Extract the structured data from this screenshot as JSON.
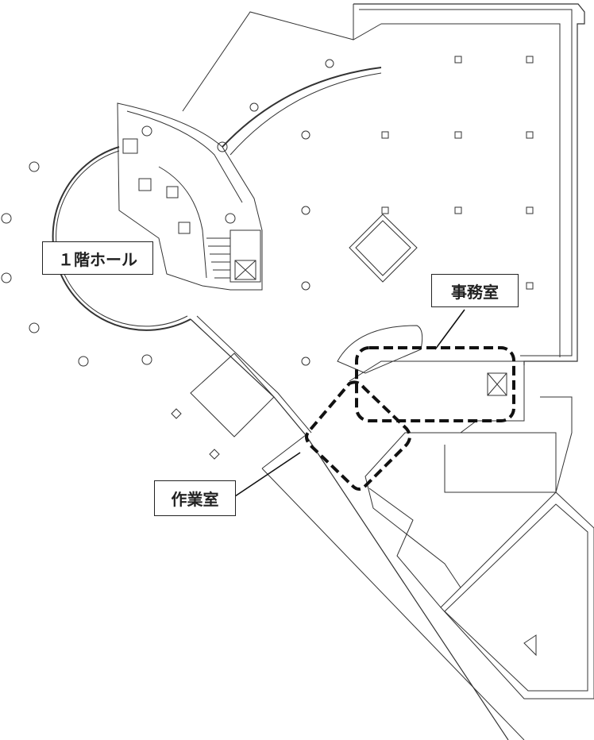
{
  "labels": {
    "hall": "１階ホール",
    "office": "事務室",
    "workroom": "作業室"
  },
  "colors": {
    "line": "#222222",
    "background": "#ffffff"
  },
  "highlight_style": "dashed-outline"
}
